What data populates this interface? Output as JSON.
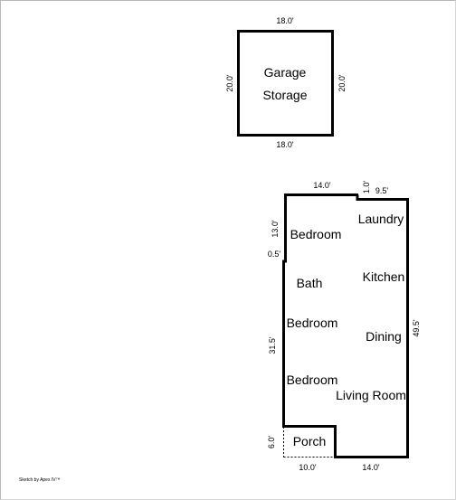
{
  "garage": {
    "labels": [
      "Garage",
      "Storage"
    ],
    "dims": {
      "top": "18.0'",
      "bottom": "18.0'",
      "left": "20.0'",
      "right": "20.0'"
    }
  },
  "house": {
    "rooms": {
      "laundry": "Laundry",
      "bedroom_1": "Bedroom",
      "kitchen": "Kitchen",
      "bath": "Bath",
      "bedroom_2": "Bedroom",
      "dining": "Dining",
      "bedroom_3": "Bedroom",
      "living_room": "Living Room",
      "porch": "Porch"
    },
    "dims": {
      "top_left": "14.0'",
      "top_step": "1.0'",
      "top_right": "9.5'",
      "left_upper": "13.0'",
      "left_jog": "0.5'",
      "left_lower": "31.5'",
      "right": "49.5'",
      "porch_side": "6.0'",
      "bottom_left": "10.0'",
      "bottom_right": "14.0'"
    }
  },
  "footer": {
    "credit": "Sketch by Apex IV™"
  }
}
